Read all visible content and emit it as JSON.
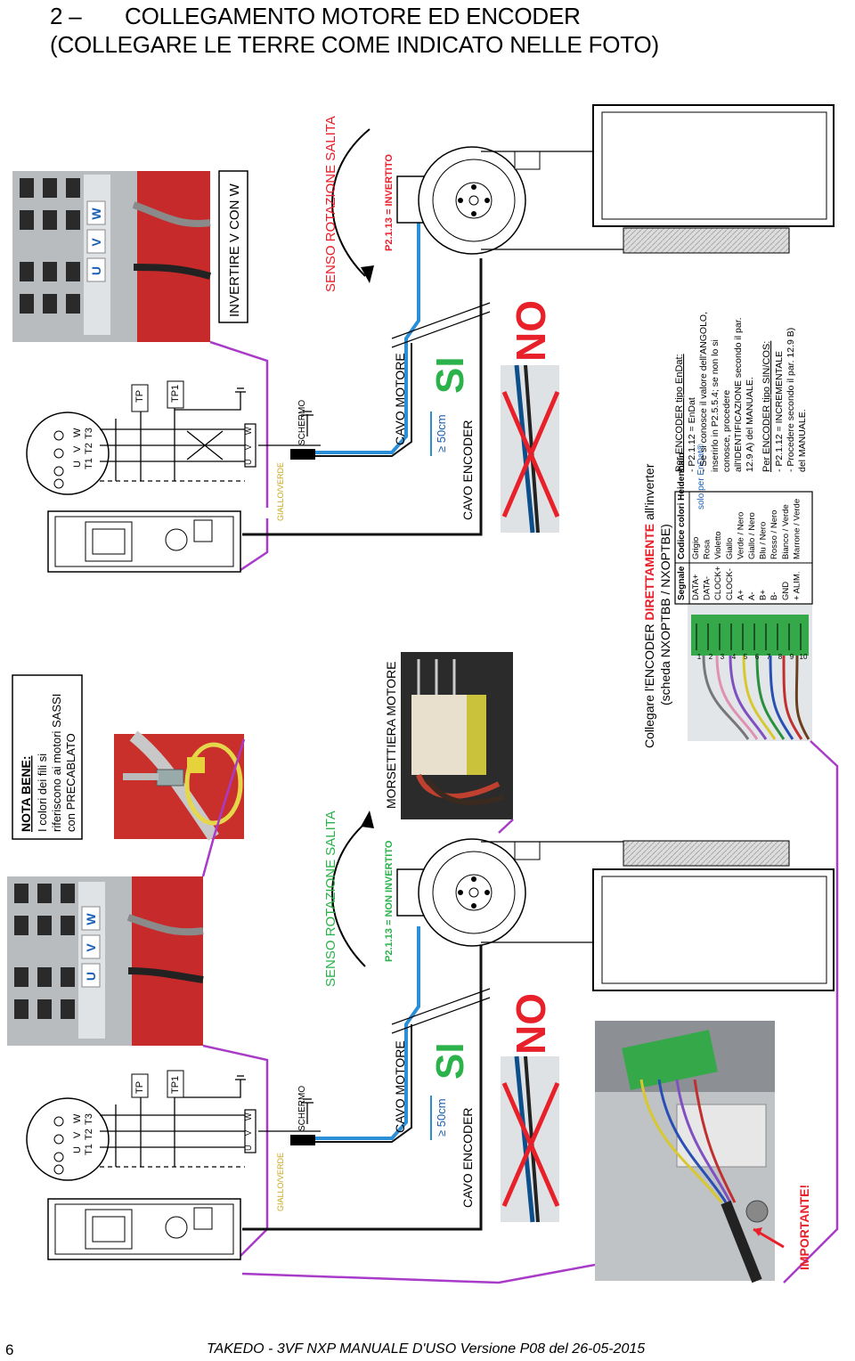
{
  "header": {
    "number": "2 –",
    "line1": "COLLEGAMENTO MOTORE ED ENCODER",
    "line2": "(COLLEGARE LE TERRE COME INDICATO NELLE FOTO)"
  },
  "top": {
    "invert_label": "INVERTIRE V CON W",
    "rotation_label": "SENSO ROTAZIONE SALITA",
    "param": "P2.1.13 = INVERTITO",
    "cavo_motore": "CAVO MOTORE",
    "cavo_encoder": "CAVO ENCODER",
    "distance": "≥ 50cm",
    "si": "SI",
    "no": "NO",
    "tp": "TP",
    "tp1": "TP1",
    "schermo": "SCHERMO",
    "giallo_verde": "GIALLO/VERDE",
    "u": "U",
    "v": "V",
    "w": "W",
    "t1": "T1",
    "t2": "T2",
    "t3": "T3"
  },
  "bottom": {
    "rotation_label": "SENSO ROTAZIONE SALITA",
    "param": "P2.1.13 = NON INVERTITO",
    "cavo_motore": "CAVO MOTORE",
    "cavo_encoder": "CAVO ENCODER",
    "distance": "≥ 50cm",
    "si": "SI",
    "no": "NO",
    "tp": "TP",
    "tp1": "TP1",
    "schermo": "SCHERMO",
    "giallo_verde": "GIALLO/VERDE",
    "morsettiera": "MORSETTIERA MOTORE",
    "importante": "IMPORTANTE!"
  },
  "nota": {
    "title": "NOTA BENE:",
    "line1": "I colori dei fili si",
    "line2": "riferiscono ai motori SASSI",
    "line3": "con PRECABLATO"
  },
  "encoder_note": {
    "line1_a": "Collegare l'ENCODER ",
    "line1_b": "DIRETTAMENTE",
    "line1_c": " all'inverter",
    "line2": "(scheda NXOPTBB / NXOPTBE)",
    "solo_per": "solo per EnDat®",
    "table_headers": [
      "Segnale",
      "Codice colori Heidenhain"
    ],
    "table_rows": [
      [
        "DATA+",
        "Grigio"
      ],
      [
        "DATA-",
        "Rosa"
      ],
      [
        "CLOCK+",
        "Violetto"
      ],
      [
        "CLOCK-",
        "Giallo"
      ],
      [
        "A+",
        "Verde / Nero"
      ],
      [
        "A-",
        "Giallo / Nero"
      ],
      [
        "B+",
        "Blu / Nero"
      ],
      [
        "B-",
        "Rosso / Nero"
      ],
      [
        "GND",
        "Bianco / Verde"
      ],
      [
        "+ ALIM.",
        "Marrone / Verde"
      ]
    ],
    "terminal_numbers": [
      "1",
      "2",
      "3",
      "4",
      "5",
      "6",
      "7",
      "8",
      "9",
      "10"
    ],
    "endat_title": "Per ENCODER tipo EnDat:",
    "endat_lines": [
      "- P2.1.12 = EnDat",
      "- Se si conosce il valore dell'ANGOLO,",
      "  inserirlo in P2.5.5.4; se non lo si",
      "  conosce, procedere",
      "  all'IDENTIFICAZIONE secondo il par.",
      "  12.9 A) del MANUALE."
    ],
    "sincos_title": "Per ENCODER tipo SIN/COS:",
    "sincos_lines": [
      "- P2.1.12 = INCREMENTALE",
      "- Procedere secondo il par. 12.9 B)",
      "  del MANUALE."
    ]
  },
  "footer": {
    "page": "6",
    "text": "TAKEDO - 3VF NXP   MANUALE D'USO Versione P08 del 26-05-2015"
  },
  "colors": {
    "red": "#e8202a",
    "blue": "#2a8fd6",
    "purple": "#a83bc7",
    "green": "#2cb24a",
    "yellow": "#c8c83a",
    "panel_red": "#c8282a"
  }
}
